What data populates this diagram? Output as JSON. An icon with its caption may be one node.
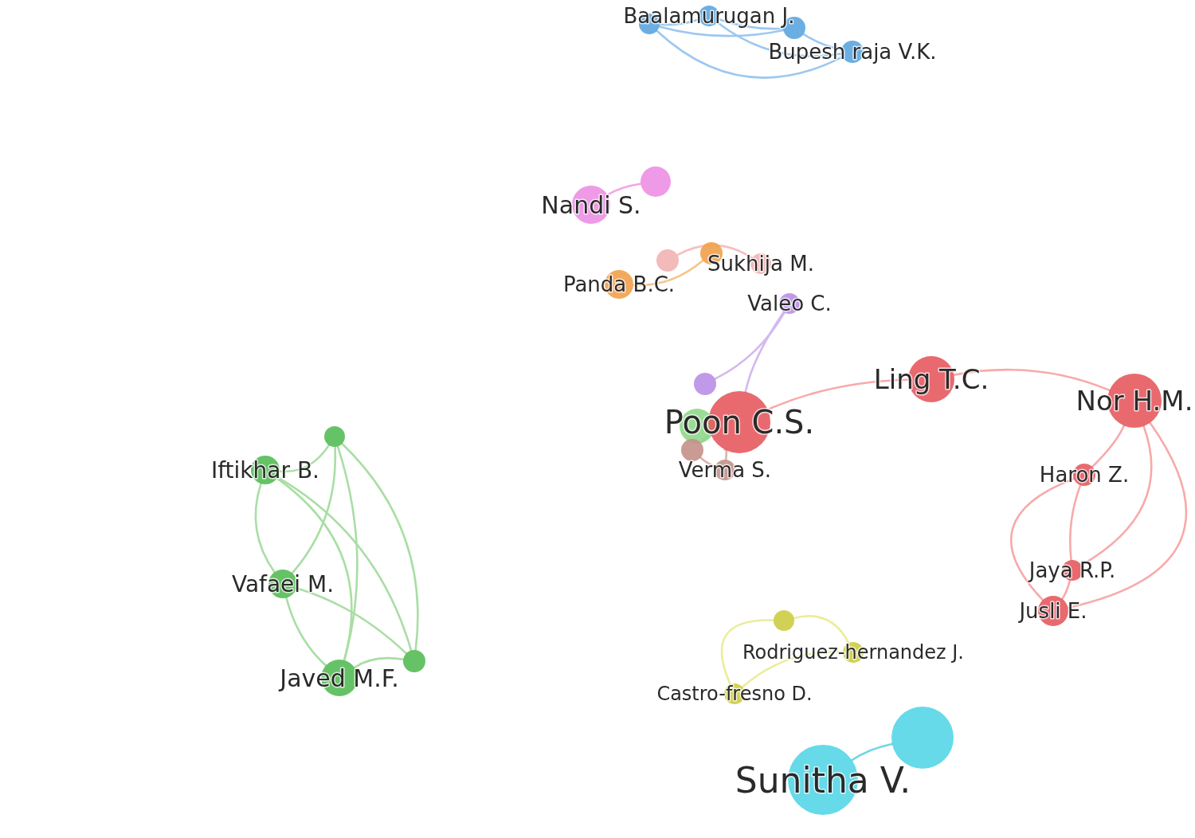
{
  "diagram": {
    "nodes": [
      {
        "text": [],
        "shape": "circle"
      },
      {
        "text": [
          "Baalamurugan J."
        ]
      },
      {
        "text": [],
        "shape": "circle"
      },
      {
        "text": [
          "Bupesh raja V.K."
        ]
      },
      {
        "text": [],
        "shape": "circle"
      },
      {
        "text": [
          "Nandi S."
        ]
      },
      {
        "text": [],
        "shape": "circle"
      },
      {
        "text": [],
        "shape": "circle"
      },
      {
        "text": [
          "Sukhija M."
        ]
      },
      {
        "text": [
          "Panda B.C."
        ]
      },
      {
        "text": [
          "Valeo C."
        ]
      },
      {
        "text": [],
        "shape": "circle"
      },
      {
        "text": [
          "Ling T.C."
        ]
      },
      {
        "text": [
          "Nor H.M."
        ]
      },
      {
        "text": [
          "Poon C.S."
        ]
      },
      {
        "text": [],
        "shape": "circle"
      },
      {
        "text": [],
        "shape": "circle"
      },
      {
        "text": [
          "Verma S."
        ]
      },
      {
        "text": [
          "Iftikhar B."
        ]
      },
      {
        "text": [],
        "shape": "circle"
      },
      {
        "text": [
          "Haron Z."
        ]
      },
      {
        "text": [
          "Jaya R.P."
        ]
      },
      {
        "text": [
          "Vafaei M."
        ]
      },
      {
        "text": [
          "Jusli E."
        ]
      },
      {
        "text": [],
        "shape": "circle"
      },
      {
        "text": [
          "Rodriguez-hernandez J."
        ]
      },
      {
        "text": [],
        "shape": "circle"
      },
      {
        "text": [
          "Javed M.F."
        ]
      },
      {
        "text": [
          "Castro-fresno D."
        ]
      },
      {
        "text": [],
        "shape": "circle"
      },
      {
        "text": [
          "Sunitha V."
        ]
      }
    ],
    "edges": [
      {
        "from": 0,
        "to": 1,
        "arrow": "none",
        "color": "#9cc8f0"
      },
      {
        "from": 0,
        "to": 2,
        "arrow": "none",
        "color": "#9cc8f0"
      },
      {
        "from": 0,
        "to": 3,
        "arrow": "none",
        "color": "#9cc8f0"
      },
      {
        "from": 1,
        "to": 2,
        "arrow": "none",
        "color": "#9cc8f0"
      },
      {
        "from": 1,
        "to": 3,
        "arrow": "none",
        "color": "#9cc8f0"
      },
      {
        "from": 2,
        "to": 3,
        "arrow": "none",
        "color": "#9cc8f0"
      },
      {
        "from": 4,
        "to": 5,
        "arrow": "none",
        "color": "#f2a6ea"
      },
      {
        "from": 6,
        "to": 8,
        "arrow": "none",
        "color": "#f5c0c0"
      },
      {
        "from": 9,
        "to": 7,
        "arrow": "none",
        "color": "#f7c48a"
      },
      {
        "from": 10,
        "to": 11,
        "arrow": "none",
        "color": "#d4b8f0"
      },
      {
        "from": 10,
        "to": 14,
        "arrow": "none",
        "color": "#d4b8f0"
      },
      {
        "from": 14,
        "to": 15,
        "arrow": "none",
        "color": "#b5e3b0"
      },
      {
        "from": 14,
        "to": 16,
        "arrow": "none",
        "color": "#dbb3ad"
      },
      {
        "from": 16,
        "to": 17,
        "arrow": "none",
        "color": "#dbb3ad"
      },
      {
        "from": 14,
        "to": 17,
        "arrow": "none",
        "color": "#dbb3ad"
      },
      {
        "from": 14,
        "to": 12,
        "arrow": "none",
        "color": "#f7aaaa"
      },
      {
        "from": 12,
        "to": 13,
        "arrow": "none",
        "color": "#f7aaaa"
      },
      {
        "from": 13,
        "to": 20,
        "arrow": "none",
        "color": "#f7aaaa"
      },
      {
        "from": 13,
        "to": 21,
        "arrow": "none",
        "color": "#f7aaaa"
      },
      {
        "from": 13,
        "to": 23,
        "arrow": "none",
        "color": "#f7aaaa"
      },
      {
        "from": 20,
        "to": 21,
        "arrow": "none",
        "color": "#f7aaaa"
      },
      {
        "from": 20,
        "to": 23,
        "arrow": "none",
        "color": "#f7aaaa"
      },
      {
        "from": 21,
        "to": 23,
        "arrow": "none",
        "color": "#f7aaaa"
      },
      {
        "from": 18,
        "to": 19,
        "arrow": "none",
        "color": "#a9dea4"
      },
      {
        "from": 18,
        "to": 22,
        "arrow": "none",
        "color": "#a9dea4"
      },
      {
        "from": 18,
        "to": 27,
        "arrow": "none",
        "color": "#a9dea4"
      },
      {
        "from": 18,
        "to": 26,
        "arrow": "none",
        "color": "#a9dea4"
      },
      {
        "from": 19,
        "to": 22,
        "arrow": "none",
        "color": "#a9dea4"
      },
      {
        "from": 19,
        "to": 27,
        "arrow": "none",
        "color": "#a9dea4"
      },
      {
        "from": 19,
        "to": 26,
        "arrow": "none",
        "color": "#a9dea4"
      },
      {
        "from": 22,
        "to": 27,
        "arrow": "none",
        "color": "#a9dea4"
      },
      {
        "from": 22,
        "to": 26,
        "arrow": "none",
        "color": "#a9dea4"
      },
      {
        "from": 27,
        "to": 26,
        "arrow": "none",
        "color": "#a9dea4"
      },
      {
        "from": 24,
        "to": 25,
        "arrow": "none",
        "color": "#ecec9a"
      },
      {
        "from": 24,
        "to": 28,
        "arrow": "none",
        "color": "#ecec9a"
      },
      {
        "from": 25,
        "to": 28,
        "arrow": "none",
        "color": "#ecec9a"
      },
      {
        "from": 29,
        "to": 30,
        "arrow": "none",
        "color": "#6fd6e6"
      }
    ]
  }
}
